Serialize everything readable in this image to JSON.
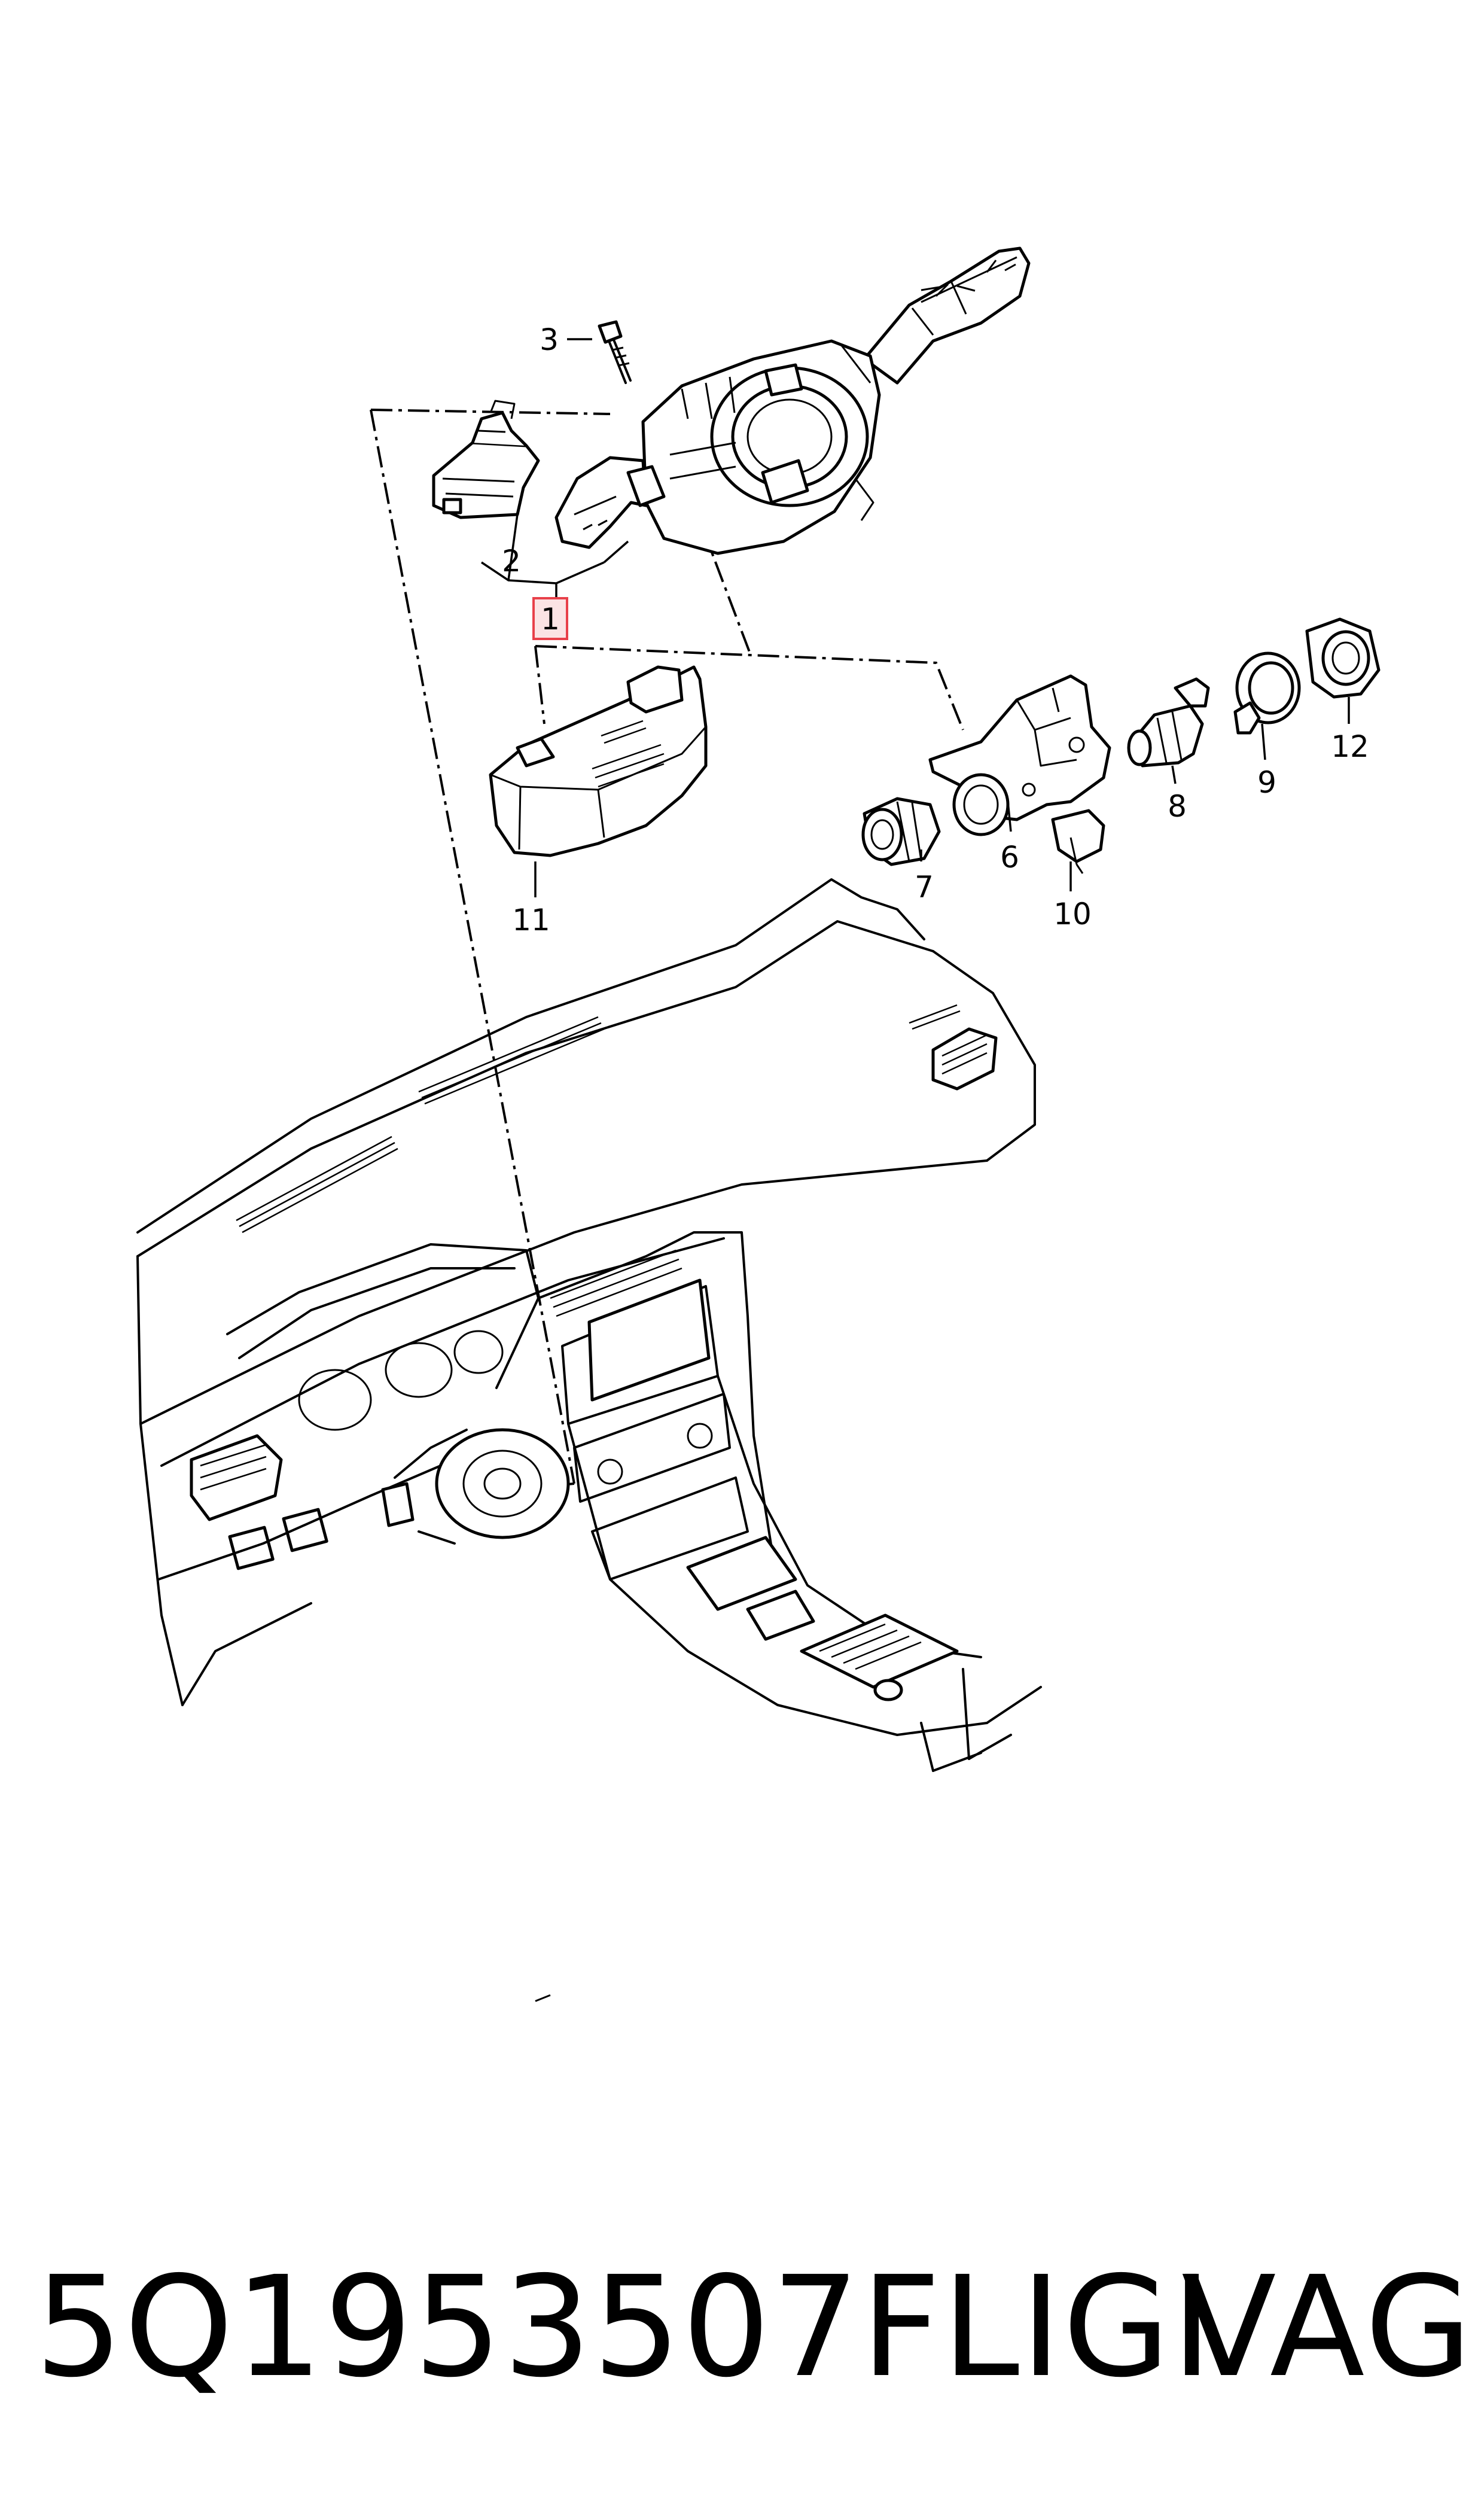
{
  "diagram": {
    "callouts": [
      {
        "id": "1",
        "label": "1",
        "highlighted": true
      },
      {
        "id": "2",
        "label": "2"
      },
      {
        "id": "3",
        "label": "3"
      },
      {
        "id": "6",
        "label": "6"
      },
      {
        "id": "7",
        "label": "7"
      },
      {
        "id": "8",
        "label": "8"
      },
      {
        "id": "9",
        "label": "9"
      },
      {
        "id": "10",
        "label": "10"
      },
      {
        "id": "11",
        "label": "11"
      },
      {
        "id": "12",
        "label": "12"
      }
    ],
    "highlight_color": "#e8404a",
    "highlight_fill": "#fbe3e4",
    "line_color": "#000000"
  },
  "footer": {
    "part_number": "5Q1953507FLIGI",
    "brand": "VAG"
  }
}
